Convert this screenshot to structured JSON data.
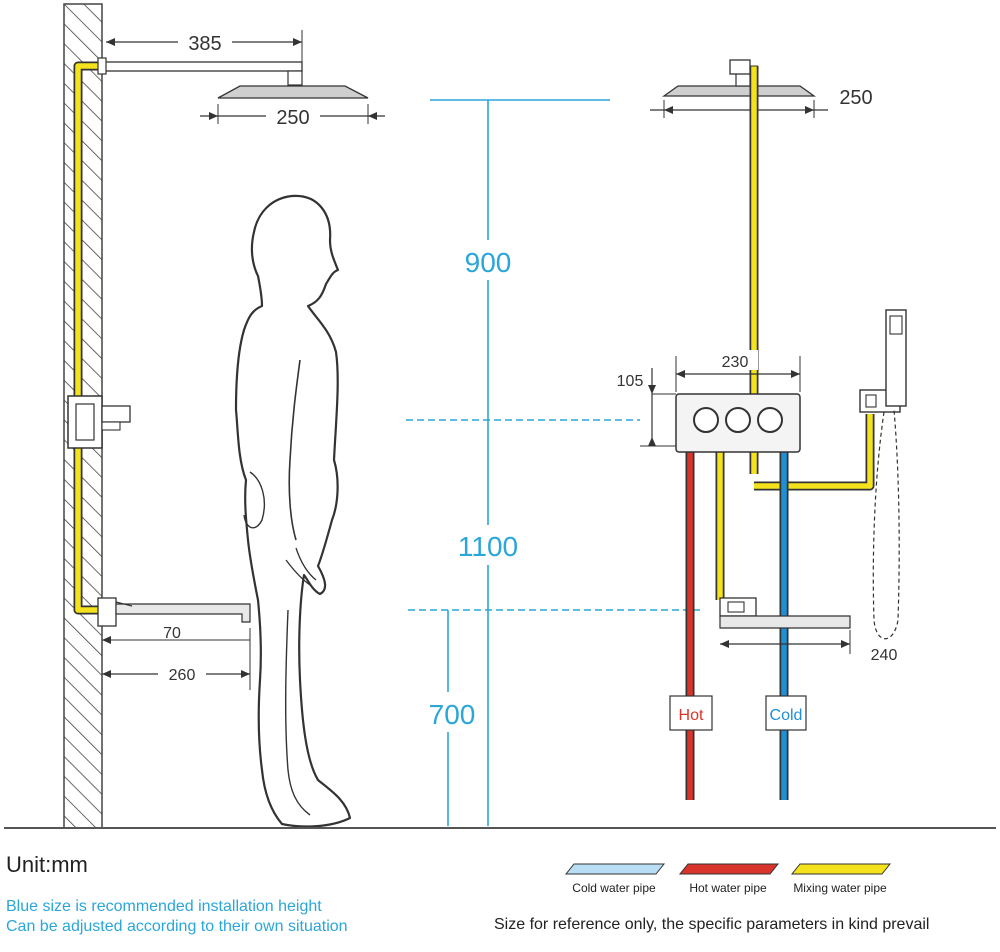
{
  "left_view": {
    "dim_arm": "385",
    "dim_head_left": "250",
    "dim_spout_70": "70",
    "dim_spout_260": "260"
  },
  "heights": {
    "h900": "900",
    "h1100": "1100",
    "h700": "700"
  },
  "right_view": {
    "dim_head_right": "250",
    "dim_valve_width": "230",
    "dim_valve_height": "105",
    "dim_spout_240": "240",
    "hot_tag": "Hot",
    "cold_tag": "Cold"
  },
  "legend": {
    "cold": "Cold water pipe",
    "hot": "Hot water pipe",
    "mix": "Mixing water pipe"
  },
  "colors": {
    "cold_pipe": "#1f8fd6",
    "hot_pipe": "#d9342b",
    "mix_pipe": "#f4e21c",
    "blue_text": "#2aa6d8",
    "cold_legend": "#b8def5"
  },
  "footer": {
    "unit": "Unit:mm",
    "blue_note_1": "Blue size is recommended installation height",
    "blue_note_2": "Can be adjusted according to their own situation",
    "disclaimer": "Size for reference only, the specific parameters in kind prevail"
  }
}
